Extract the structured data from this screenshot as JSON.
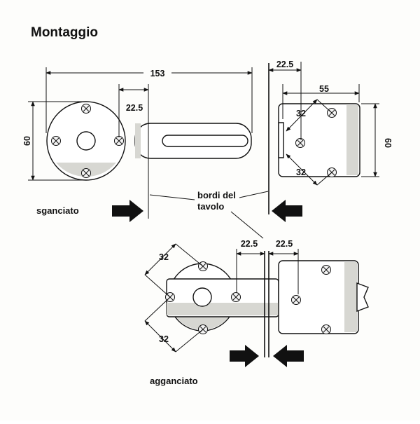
{
  "title": "Montaggio",
  "labels": {
    "table_edges_line1": "bordi del",
    "table_edges_line2": "tavolo",
    "unhooked": "sganciato",
    "hooked": "agganciato"
  },
  "dimensions": {
    "overall_length": "153",
    "hole_offset_top": "22.5",
    "height_left": "60",
    "offset_right_top": "22.5",
    "width_right": "55",
    "diag_upper_right": "32",
    "diag_lower_right": "32",
    "height_right": "60",
    "diag_upper_bottom": "32",
    "diag_lower_bottom": "32",
    "offset_bottom_left": "22.5",
    "offset_bottom_right": "22.5"
  },
  "colors": {
    "ink": "#111111",
    "paper": "#fdfdfb",
    "shade": "#d7d7d2"
  }
}
